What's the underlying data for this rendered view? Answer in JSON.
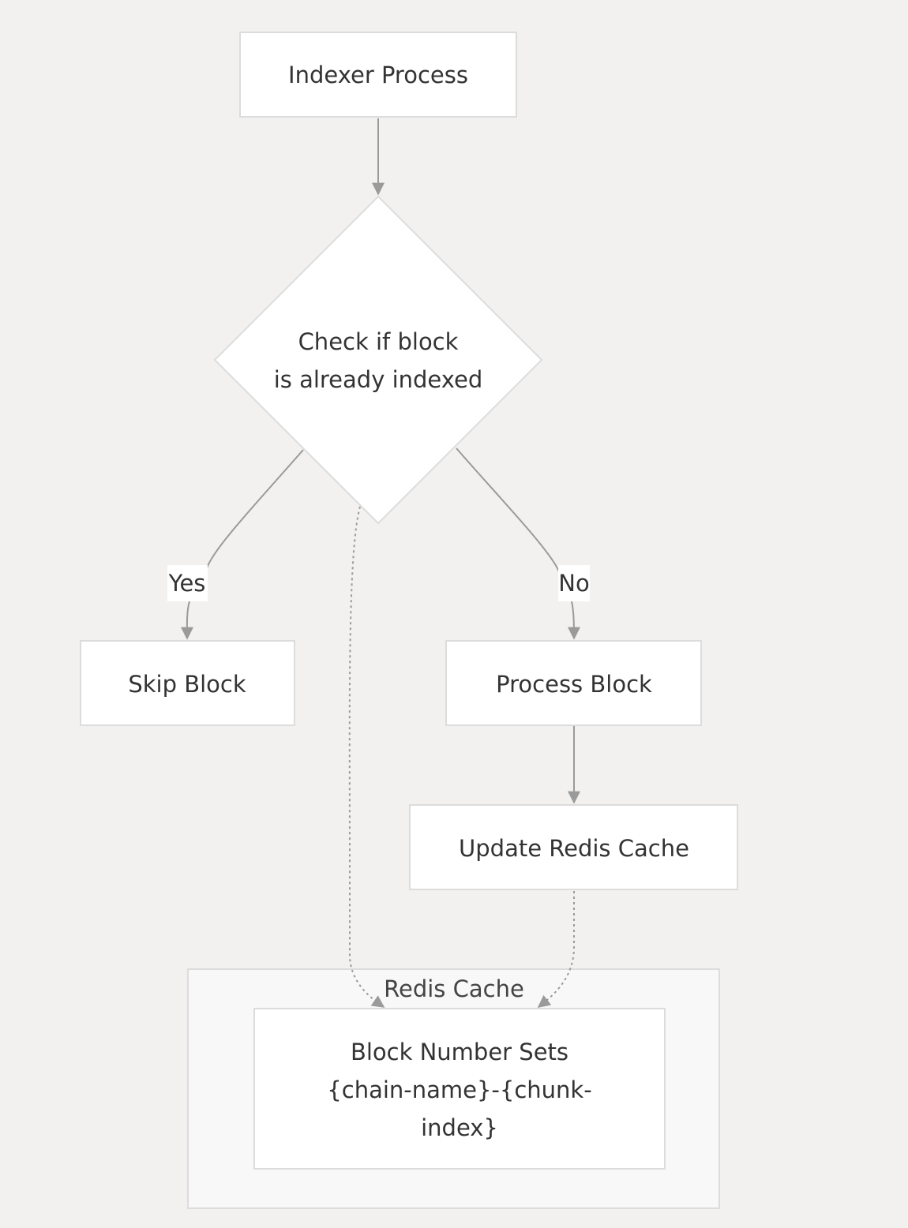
{
  "nodes": {
    "indexer": {
      "label": "Indexer Process"
    },
    "check": {
      "lines": [
        "Check if block",
        "is already indexed"
      ]
    },
    "skip": {
      "label": "Skip Block"
    },
    "process": {
      "label": "Process Block"
    },
    "update": {
      "label": "Update Redis Cache"
    },
    "sets": {
      "lines": [
        "Block Number Sets",
        "{chain-name}-{chunk-",
        "index}"
      ]
    }
  },
  "group": {
    "label": "Redis Cache"
  },
  "edges": {
    "yes_label": "Yes",
    "no_label": "No"
  },
  "colors": {
    "background": "#f2f1f0",
    "node_fill": "#ffffff",
    "node_stroke": "#dcdcdc",
    "edge": "#9a9a9a",
    "text": "#333333"
  }
}
